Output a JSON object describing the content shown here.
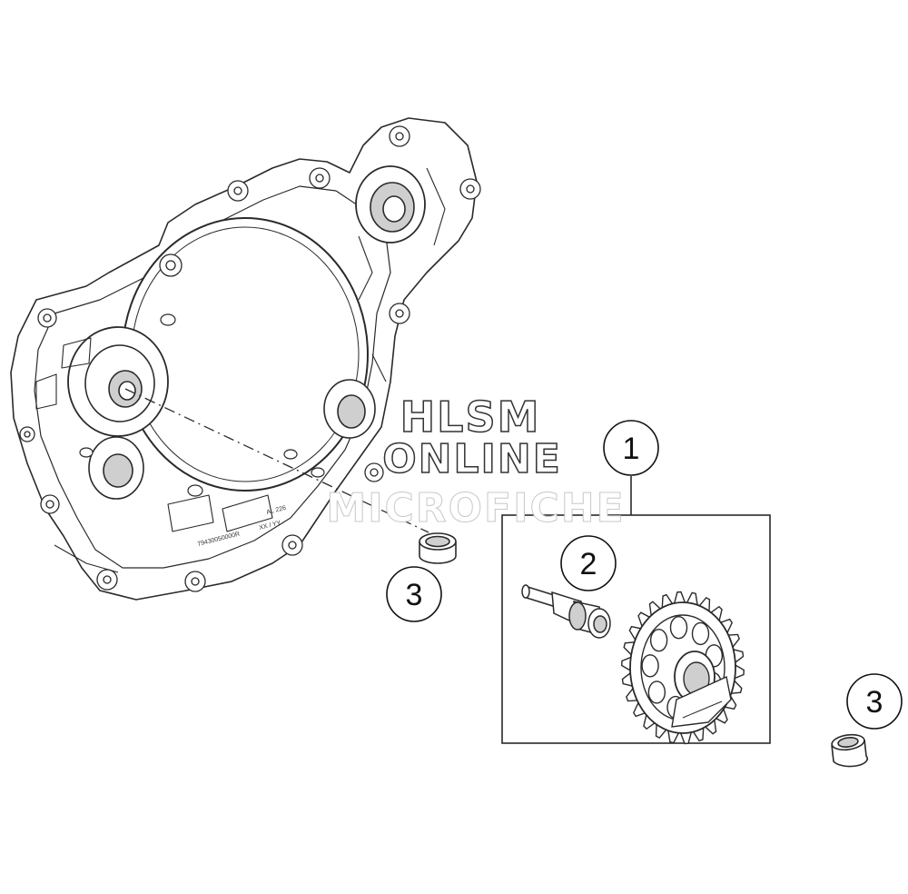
{
  "diagram": {
    "callouts": [
      {
        "id": "1",
        "label": "1"
      },
      {
        "id": "2",
        "label": "2"
      },
      {
        "id": "3a",
        "label": "3"
      },
      {
        "id": "3b",
        "label": "3"
      }
    ],
    "cover_stamps": {
      "stamp1": "AL 226",
      "stamp2": "79430050000R",
      "stamp3": "XX / YY"
    }
  },
  "watermark": {
    "line1": "HLSM",
    "line2": "ONLINE",
    "line3": "MICROFICHE"
  },
  "colors": {
    "line": "#2a2a2a",
    "light_line": "#888888",
    "fill": "#ffffff",
    "shade": "#cfcfcf"
  }
}
